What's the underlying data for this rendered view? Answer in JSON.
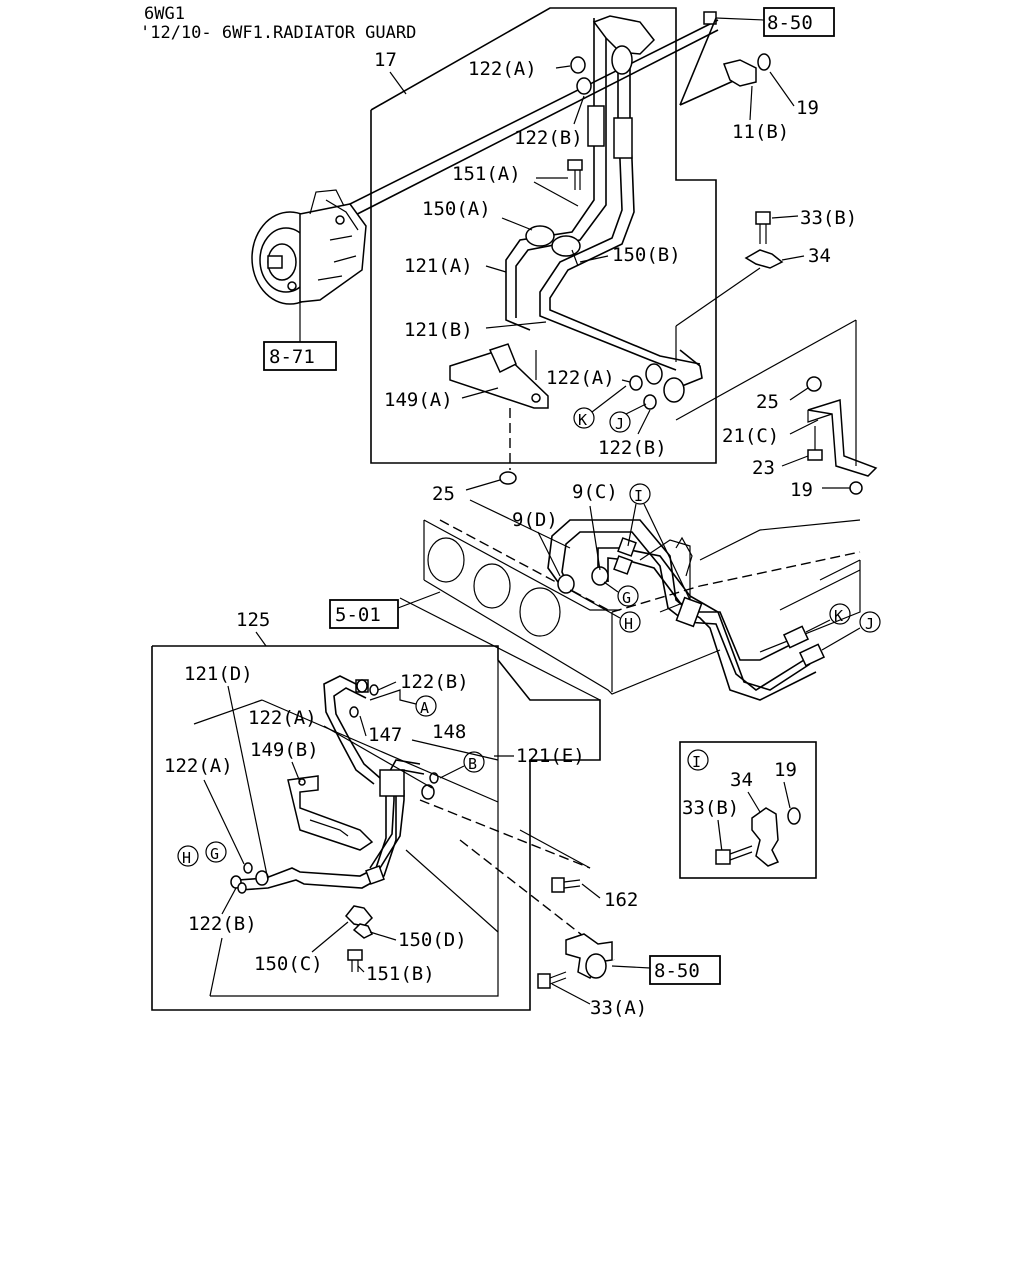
{
  "header": {
    "line1": "6WG1",
    "line2": "'12/10- 6WF1.RADIATOR GUARD"
  },
  "refs": {
    "r850_top": "8-50",
    "r871": "8-71",
    "r501": "5-01",
    "r850_bottom": "8-50"
  },
  "labels": {
    "l17": "17",
    "l122a_top": "122(A)",
    "l122b_top": "122(B)",
    "l151a": "151(A)",
    "l150a": "150(A)",
    "l150b": "150(B)",
    "l121a": "121(A)",
    "l121b": "121(B)",
    "l122a_mid": "122(A)",
    "l149a": "149(A)",
    "l122b_mid": "122(B)",
    "l19_top": "19",
    "l11b": "11(B)",
    "l33b_top": "33(B)",
    "l34_top": "34",
    "l25_right": "25",
    "l21c": "21(C)",
    "l23": "23",
    "l19_right": "19",
    "l25_bottom": "25",
    "l9c": "9(C)",
    "l9d": "9(D)",
    "l125": "125",
    "l121d": "121(D)",
    "l122b_ab": "122(B)",
    "l122a_b1": "122(A)",
    "l147": "147",
    "l148": "148",
    "l149b": "149(B)",
    "l121e": "121(E)",
    "l122a_b2": "122(A)",
    "l122b_b2": "122(B)",
    "l150c": "150(C)",
    "l150d": "150(D)",
    "l151b": "151(B)",
    "l162": "162",
    "l33a": "33(A)",
    "d34": "34",
    "d19": "19",
    "d33b": "33(B)"
  },
  "markers": {
    "I_top": "I",
    "K": "K",
    "J": "J",
    "K2": "K",
    "J2": "J",
    "G": "G",
    "H": "H",
    "A": "A",
    "B": "B",
    "H2": "H",
    "G2": "G",
    "I_detail": "I"
  }
}
